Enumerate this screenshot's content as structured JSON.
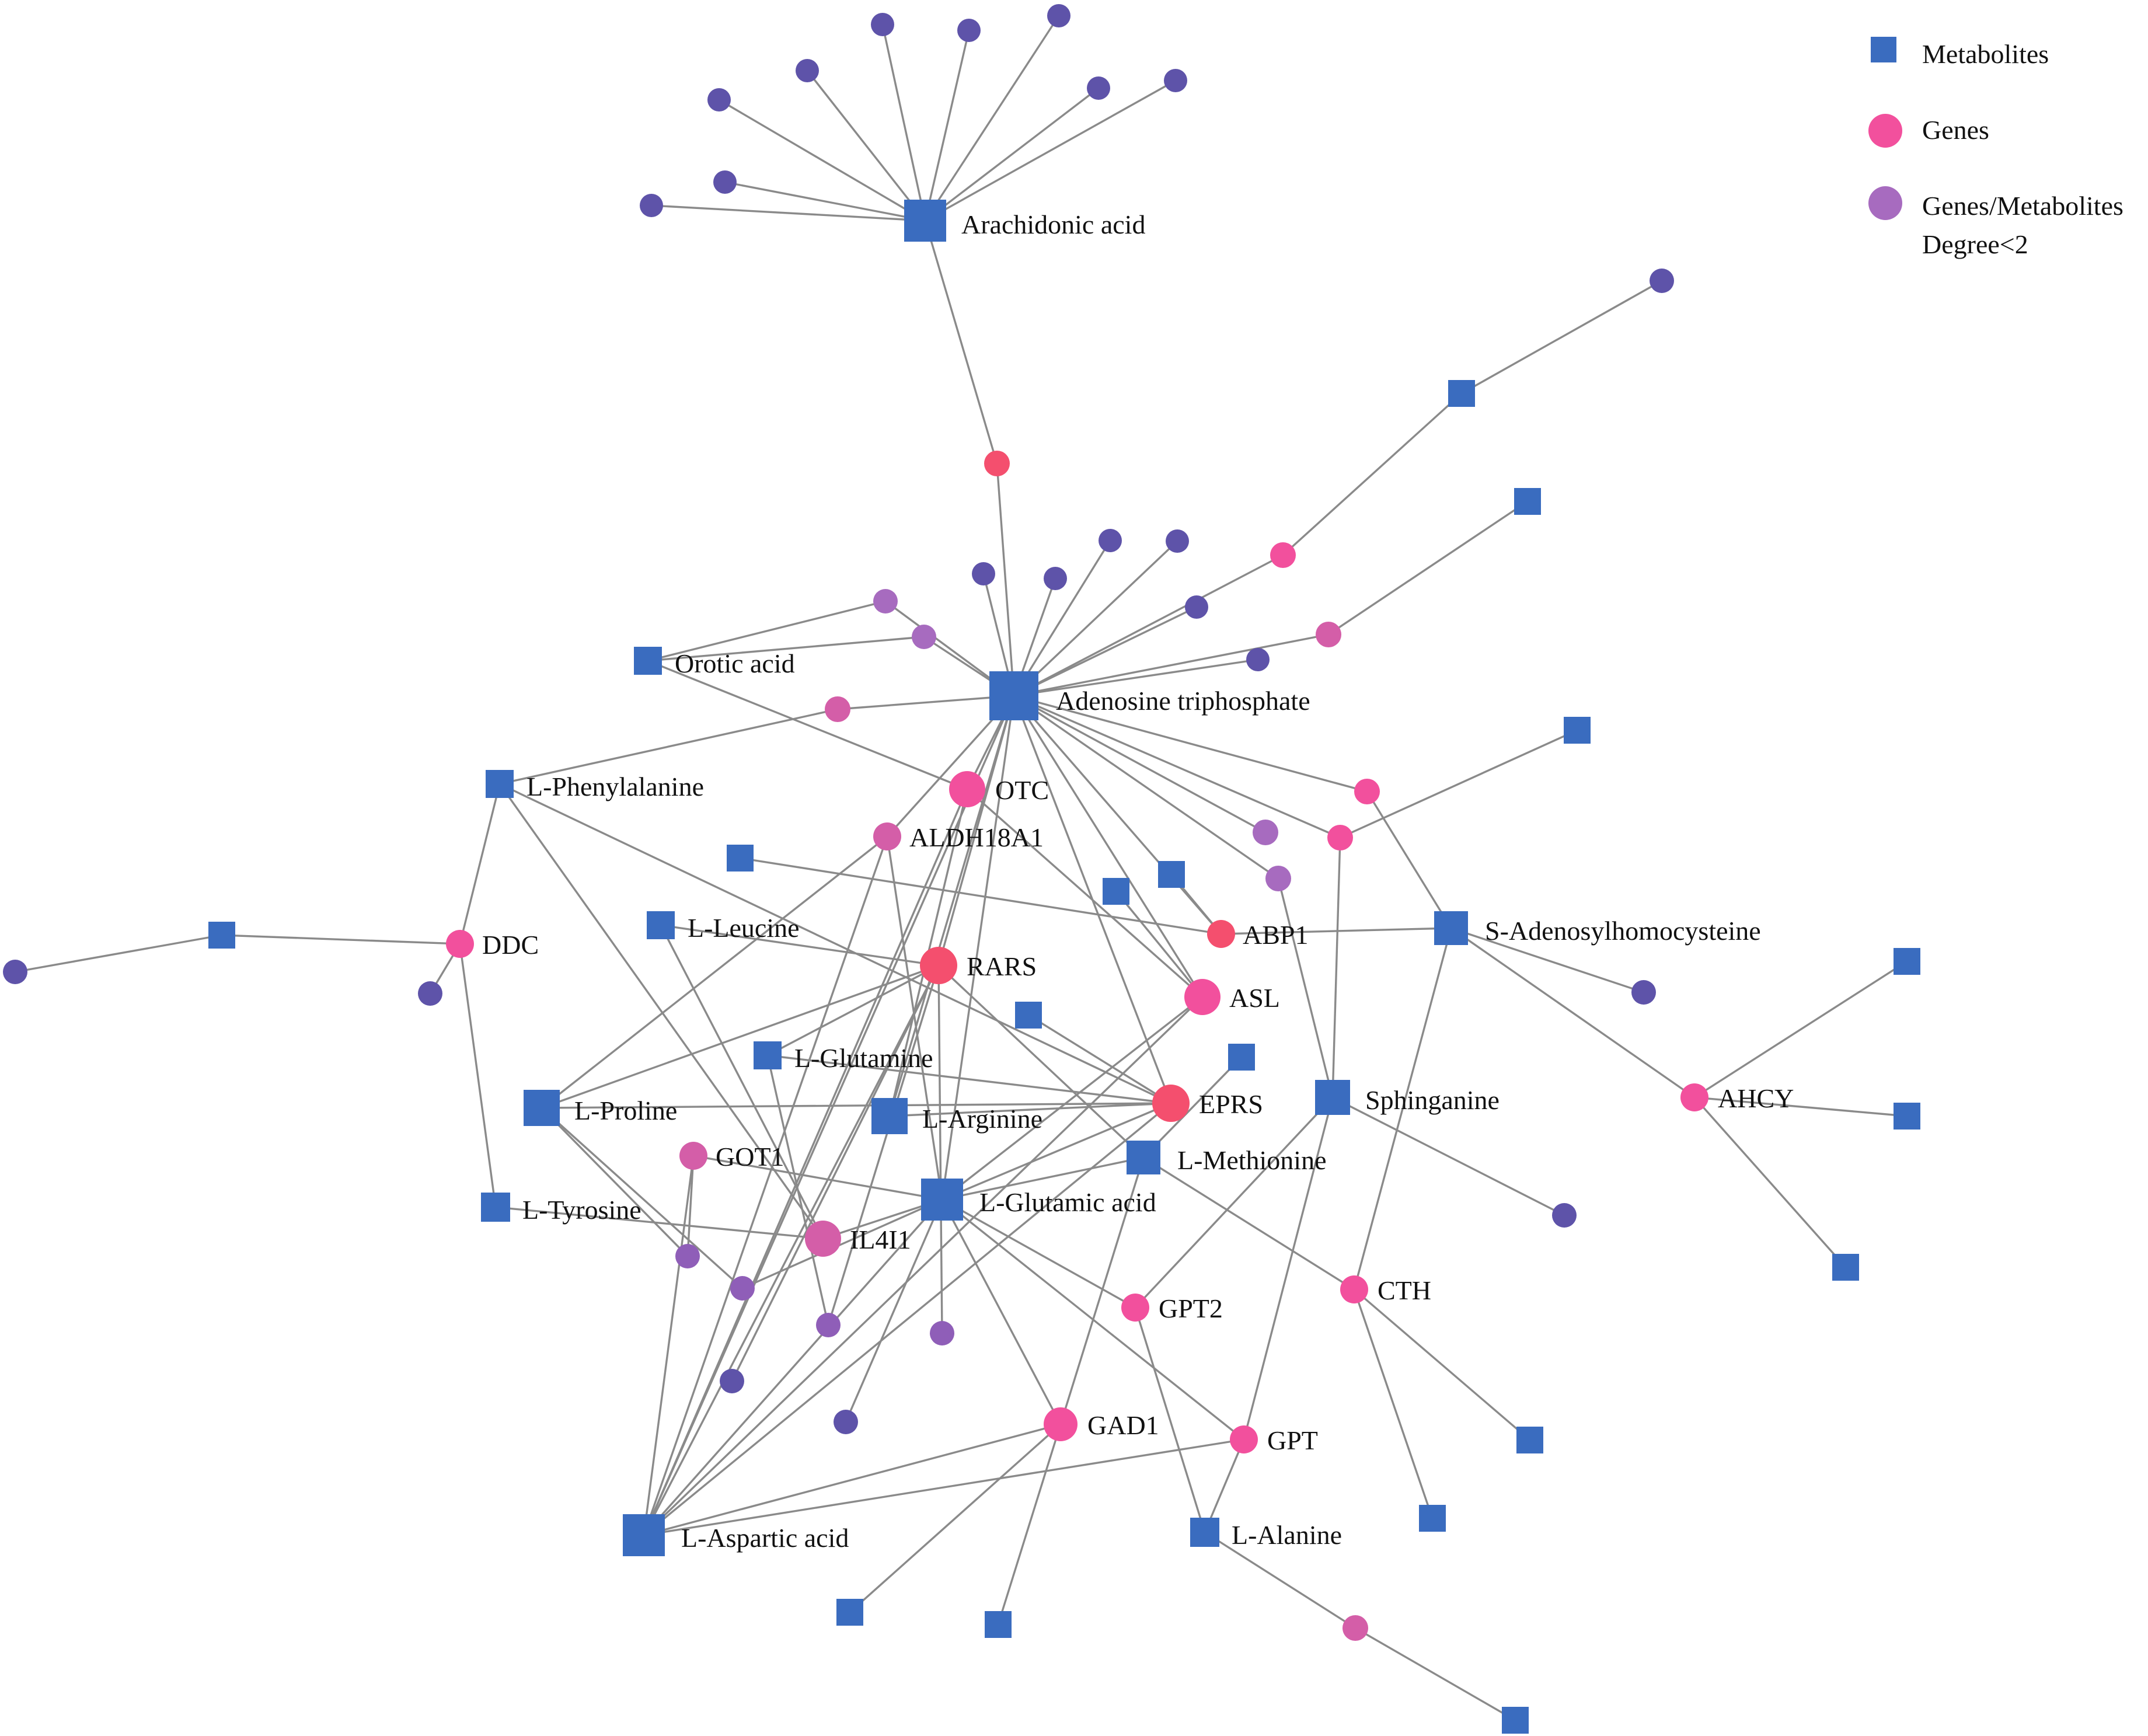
{
  "colors": {
    "metabolite": "#3a6cbf",
    "gene": "#f2509d",
    "gene_red": "#f44f6e",
    "gene_magenta": "#d45ea8",
    "low_degree": "#a76bbf",
    "low_degree_purple": "#8f5eb8",
    "low_degree_indigo": "#5e53a9",
    "edge": "#8a8a8a"
  },
  "legend": {
    "metabolites": "Metabolites",
    "genes": "Genes",
    "low_degree_line1": "Genes/Metabolites",
    "low_degree_line2": "Degree<2"
  },
  "labels": {
    "arachidonic_acid": "Arachidonic acid",
    "orotic_acid": "Orotic acid",
    "adenosine_triphosphate": "Adenosine triphosphate",
    "l_phenylalanine": "L-Phenylalanine",
    "otc": "OTC",
    "aldh18a1": "ALDH18A1",
    "abp1": "ABP1",
    "s_adenosylhomocysteine": "S-Adenosylhomocysteine",
    "ddc": "DDC",
    "l_leucine": "L-Leucine",
    "rars": "RARS",
    "asl": "ASL",
    "l_glutamine": "L-Glutamine",
    "eprs": "EPRS",
    "sphinganine": "Sphinganine",
    "ahcy": "AHCY",
    "l_proline": "L-Proline",
    "l_arginine": "L-Arginine",
    "got1": "GOT1",
    "l_methionine": "L-Methionine",
    "l_glutamic_acid": "L-Glutamic acid",
    "l_tyrosine": "L-Tyrosine",
    "il4i1": "IL4I1",
    "cth": "CTH",
    "gpt2": "GPT2",
    "gad1": "GAD1",
    "gpt": "GPT",
    "l_aspartic_acid": "L-Aspartic acid",
    "l_alanine": "L-Alanine"
  }
}
